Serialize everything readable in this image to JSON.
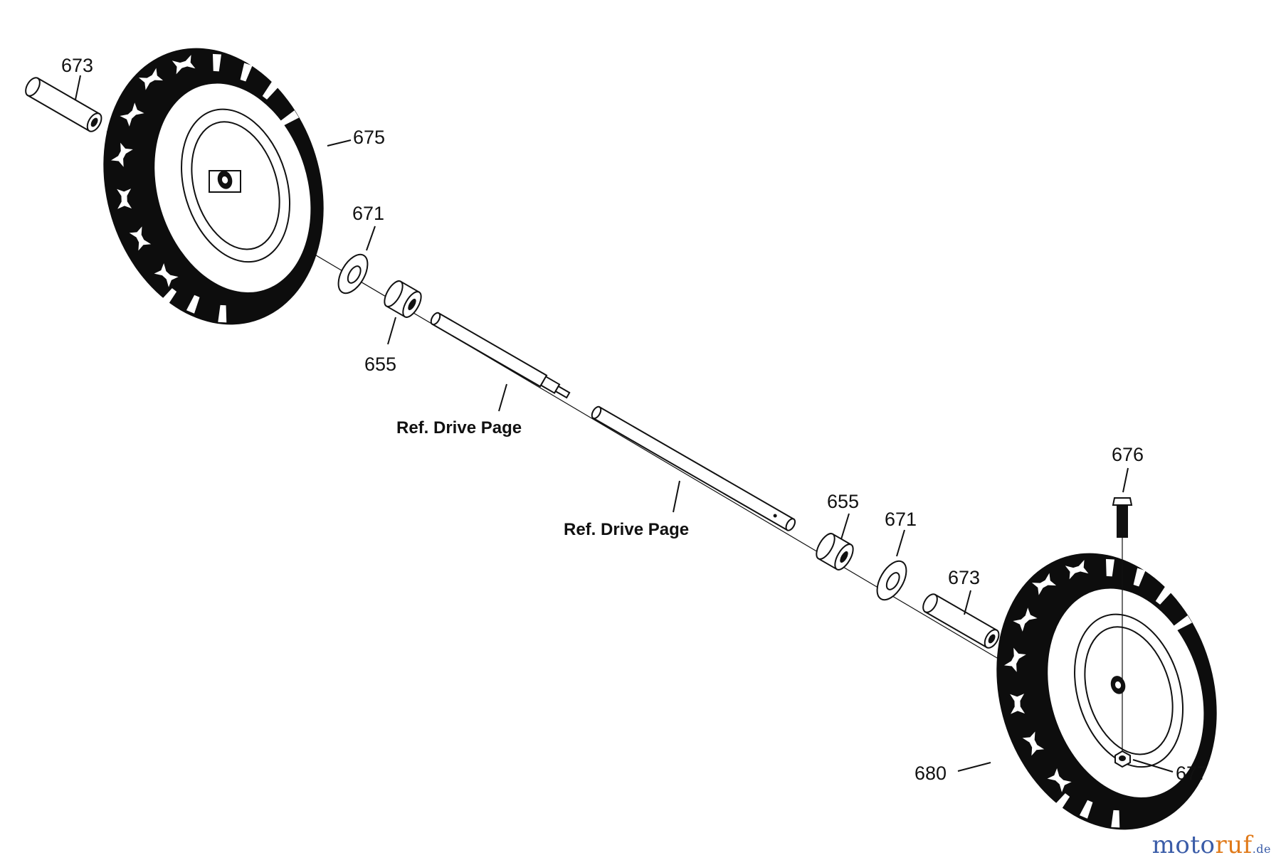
{
  "callouts": {
    "c673_top": "673",
    "c675": "675",
    "c671_top": "671",
    "c655_top": "655",
    "ref_drive_1": "Ref. Drive Page",
    "ref_drive_2": "Ref. Drive Page",
    "c676": "676",
    "c655_bottom": "655",
    "c671_bottom": "671",
    "c673_bottom": "673",
    "c680": "680",
    "c677": "677"
  },
  "watermark": {
    "brand_a": "moto",
    "brand_b": "ruf",
    "tld": ".de"
  },
  "colors": {
    "ink": "#111111",
    "watermark_blue": "#3a5ca8",
    "watermark_orange": "#e07a1a"
  }
}
